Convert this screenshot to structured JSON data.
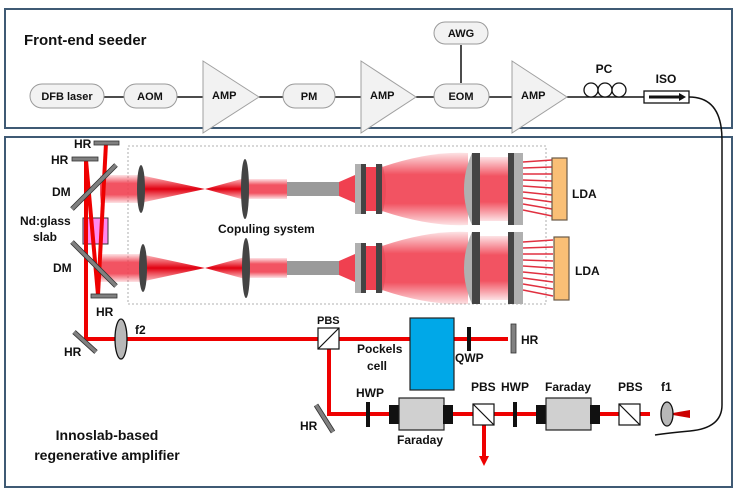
{
  "seeder": {
    "title": "Front-end seeder",
    "nodes": {
      "dfb": "DFB laser",
      "aom": "AOM",
      "amp1": "AMP",
      "pm": "PM",
      "amp2": "AMP",
      "eom": "EOM",
      "awg": "AWG",
      "amp3": "AMP",
      "pc": "PC",
      "iso": "ISO"
    }
  },
  "amplifier": {
    "title_line1": "Innoslab-based",
    "title_line2": "regenerative amplifier",
    "labels": {
      "hr_top1": "HR",
      "hr_top2": "HR",
      "dm_top": "DM",
      "slab_line1": "Nd:glass",
      "slab_line2": "slab",
      "dm_bottom": "DM",
      "hr_bottom": "HR",
      "hr_corner": "HR",
      "f2": "f2",
      "coupling": "Copuling system",
      "lda_top": "LDA",
      "lda_bottom": "LDA",
      "pbs_main": "PBS",
      "pockels_line1": "Pockels",
      "pockels_line2": "cell",
      "qwp": "QWP",
      "hr_end": "HR",
      "hr_lower": "HR",
      "hwp1": "HWP",
      "faraday1": "Faraday",
      "pbs2": "PBS",
      "hwp2": "HWP",
      "faraday2": "Faraday",
      "pbs3": "PBS",
      "f1": "f1"
    }
  },
  "colors": {
    "panel_border": "#3f5a74",
    "beam": "#ee0000",
    "pump": "#f04050",
    "pockels": "#00a8e8",
    "lda": "#f9bf76",
    "slab": "#ff88ee",
    "mirror": "#808080",
    "component_grey": "#d0d0d0"
  }
}
